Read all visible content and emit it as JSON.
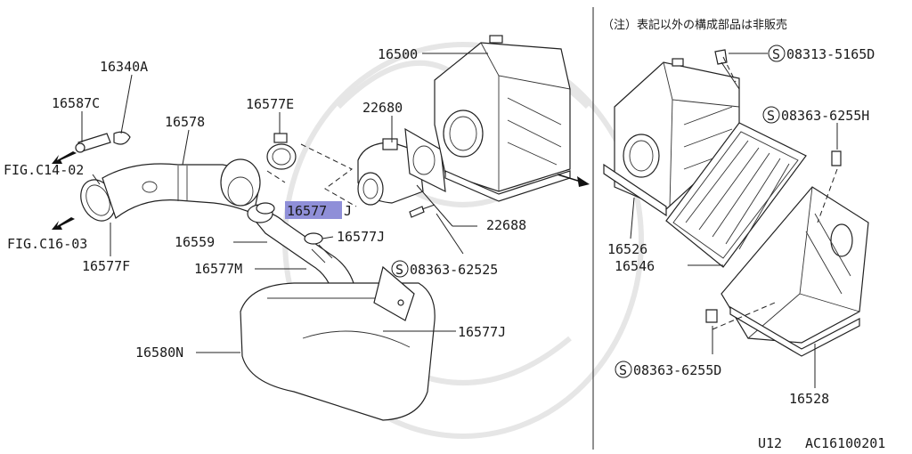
{
  "note": "（注）表記以外の構成部品は非販売",
  "footer": {
    "model": "U12",
    "code": "AC16100201"
  },
  "labels": {
    "l16500": "16500",
    "l16340A": "16340A",
    "l16587C": "16587C",
    "l16578": "16578",
    "l16577E": "16577E",
    "l22680": "22680",
    "fig_c14_02": "FIG.C14-02",
    "fig_c16_03": "FIG.C16-03",
    "l16577J_hl": "16577",
    "l16577J_hl_suffix": "J",
    "l16577J_b": "16577J",
    "l16577J_c": "16577J",
    "l22688": "22688",
    "l16559": "16559",
    "l16577F": "16577F",
    "l16577M": "16577M",
    "l08363_62525": "08363-62525",
    "l16580N": "16580N",
    "l08313_5165D": "08313-5165D",
    "l08363_6255H": "08363-6255H",
    "l16526": "16526",
    "l16546": "16546",
    "l08363_6255D": "08363-6255D",
    "l16528": "16528",
    "s_mark": "S"
  },
  "colors": {
    "highlight": "#8f8fd8",
    "ink": "#1a1a1a"
  }
}
